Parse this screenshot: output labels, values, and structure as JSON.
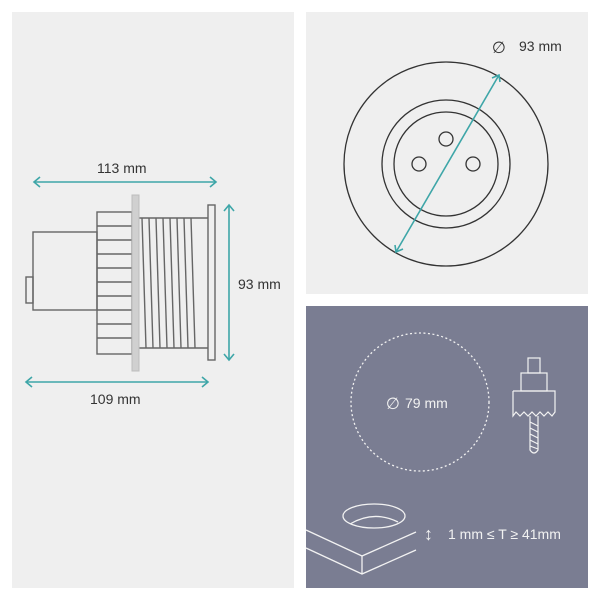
{
  "colors": {
    "panel_light": "#efefef",
    "panel_dark": "#7a7d92",
    "dimension_accent": "#3ea6a8",
    "line_dark": "#444444",
    "line_light": "#f2f2f2"
  },
  "side_view": {
    "top_width_label": "113 mm",
    "height_label": "93 mm",
    "bottom_width_label": "109 mm"
  },
  "front_view": {
    "diameter_symbol": "∅",
    "diameter_label": "93 mm"
  },
  "cutout": {
    "hole_diameter_symbol": "∅",
    "hole_diameter_label": "79 mm",
    "thickness_icon": "↕",
    "thickness_label": "1 mm ≤ T ≥ 41mm"
  }
}
